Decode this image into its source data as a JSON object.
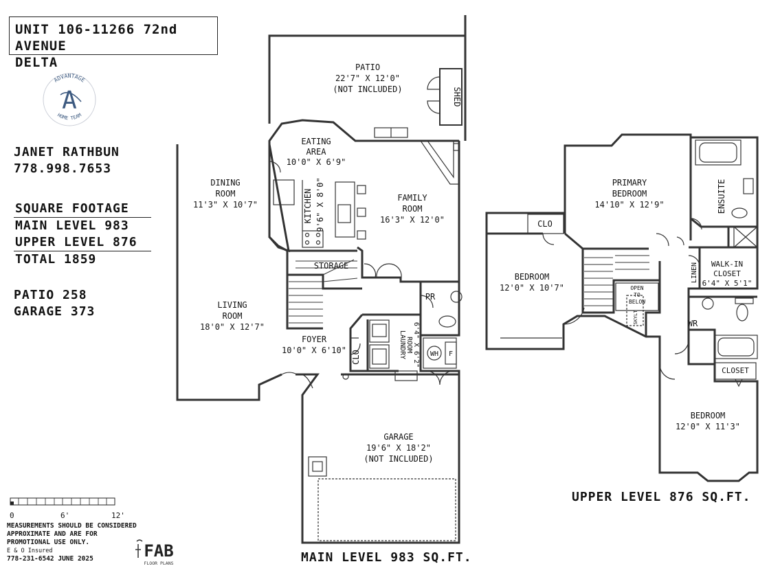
{
  "address": {
    "line1": "UNIT 106-11266 72nd AVENUE",
    "line2": "DELTA"
  },
  "brand_logo": {
    "text_top": "ADVANTAGE",
    "letter": "A",
    "text_bottom": "HOME TEAM",
    "color": "#3d5a80"
  },
  "agent": {
    "name": "JANET RATHBUN",
    "phone": "778.998.7653"
  },
  "square_footage": {
    "heading": "SQUARE FOOTAGE",
    "main": "MAIN LEVEL 983",
    "upper": "UPPER LEVEL 876",
    "total": "TOTAL 1859"
  },
  "extras": {
    "patio": "PATIO 258",
    "garage": "GARAGE 373"
  },
  "scale": {
    "zero": "0",
    "mid": "6'",
    "end": "12'"
  },
  "disclaimer": {
    "l1": "MEASUREMENTS SHOULD BE CONSIDERED",
    "l2": "APPROXIMATE AND ARE FOR",
    "l3": "PROMOTIONAL USE ONLY.",
    "l4": "E & O Insured",
    "l5": "778-231-6542  JUNE 2025"
  },
  "fab": {
    "mark": "FAB",
    "sub": "FLOOR PLANS"
  },
  "main_level": {
    "caption": "MAIN LEVEL 983 SQ.FT.",
    "patio": {
      "name": "PATIO",
      "dims": "22'7\" X 12'0\"",
      "note": "(NOT INCLUDED)"
    },
    "shed": "SHED",
    "eating": {
      "name1": "EATING",
      "name2": "AREA",
      "dims": "10'0\" X 6'9\""
    },
    "dining": {
      "name1": "DINING",
      "name2": "ROOM",
      "dims": "11'3\" X 10'7\""
    },
    "kitchen": {
      "name": "KITCHEN",
      "dims": "9'6\" X 8'0\""
    },
    "family": {
      "name1": "FAMILY",
      "name2": "ROOM",
      "dims": "16'3\" X 12'0\""
    },
    "storage": "STORAGE",
    "pr": "PR",
    "living": {
      "name1": "LIVING",
      "name2": "ROOM",
      "dims": "18'0\" X 12'7\""
    },
    "foyer": {
      "name": "FOYER",
      "dims": "10'0\" X 6'10\""
    },
    "clo": "CLO",
    "laundry": {
      "name1": "LAUNDRY",
      "name2": "ROOM",
      "dims": "6'4\" X 6'2\""
    },
    "wh": "WH",
    "f": "F",
    "garage": {
      "name": "GARAGE",
      "dims": "19'6\" X 18'2\"",
      "note": "(NOT INCLUDED)"
    }
  },
  "upper_level": {
    "caption": "UPPER LEVEL 876 SQ.FT.",
    "primary": {
      "name1": "PRIMARY",
      "name2": "BEDROOM",
      "dims": "14'10\" X 12'9\""
    },
    "ensuite": "ENSUITE",
    "clo": "CLO",
    "bedroom1": {
      "name": "BEDROOM",
      "dims": "12'0\" X 10'7\""
    },
    "linen": "LINEN",
    "walkin": {
      "name1": "WALK-IN",
      "name2": "CLOSET",
      "dims": "6'4\" X 5'1\""
    },
    "open_below": {
      "l1": "OPEN",
      "l2": "TO",
      "l3": "BELOW"
    },
    "skylight": "SKYLT",
    "wr": "WR",
    "closet": "CLOSET",
    "bedroom2": {
      "name": "BEDROOM",
      "dims": "12'0\" X 11'3\""
    }
  }
}
